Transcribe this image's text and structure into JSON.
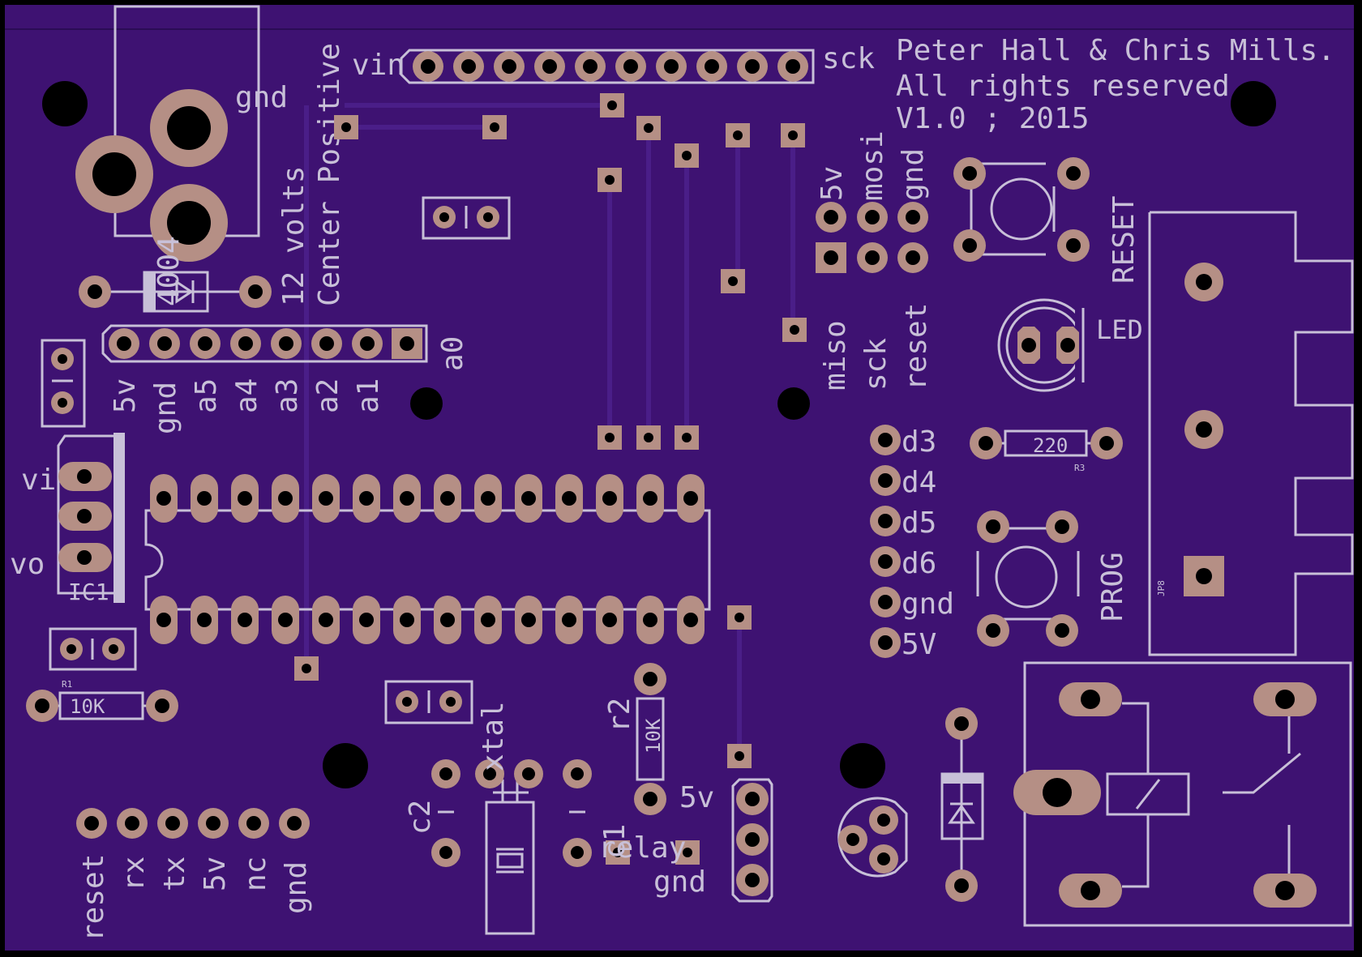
{
  "colors": {
    "board": "#3e1272",
    "pad": "#b58f85",
    "silk": "#c8c0d8",
    "background": "#000000"
  },
  "credits": {
    "line1": "Peter Hall & Chris Mills.",
    "line2": "All rights reserved",
    "line3": "V1.0 ; 2015"
  },
  "labels": {
    "gnd_top": "gnd",
    "vin_top": "vin",
    "sck_top": "sck",
    "power_jack_1": "12 volts",
    "power_jack_2": "Center Positive",
    "diode_name": "4004",
    "vi": "vi",
    "vo": "vo",
    "ic1": "IC1",
    "r1_ref": "R1",
    "r1_value": "10K",
    "analog": [
      "5v",
      "gnd",
      "a5",
      "a4",
      "a3",
      "a2",
      "a1",
      "a0"
    ],
    "isp_top": [
      "5v",
      "mosi",
      "gnd"
    ],
    "isp_bottom": [
      "miso",
      "sck",
      "reset"
    ],
    "reset_button": "RESET",
    "led": "LED",
    "r3_value": "220",
    "r3_ref": "R3",
    "digital": [
      "d3",
      "d4",
      "d5",
      "d6",
      "gnd",
      "5V"
    ],
    "prog_button": "PROG",
    "jp8": "JP8",
    "c2": "c2",
    "xtal": "xtal",
    "c1": "c1",
    "r2": "r2",
    "r2_value": "10K",
    "relay_5v": "5v",
    "relay": "relay",
    "relay_gnd": "gnd",
    "serial": [
      "reset",
      "rx",
      "tx",
      "5v",
      "nc",
      "gnd"
    ]
  }
}
